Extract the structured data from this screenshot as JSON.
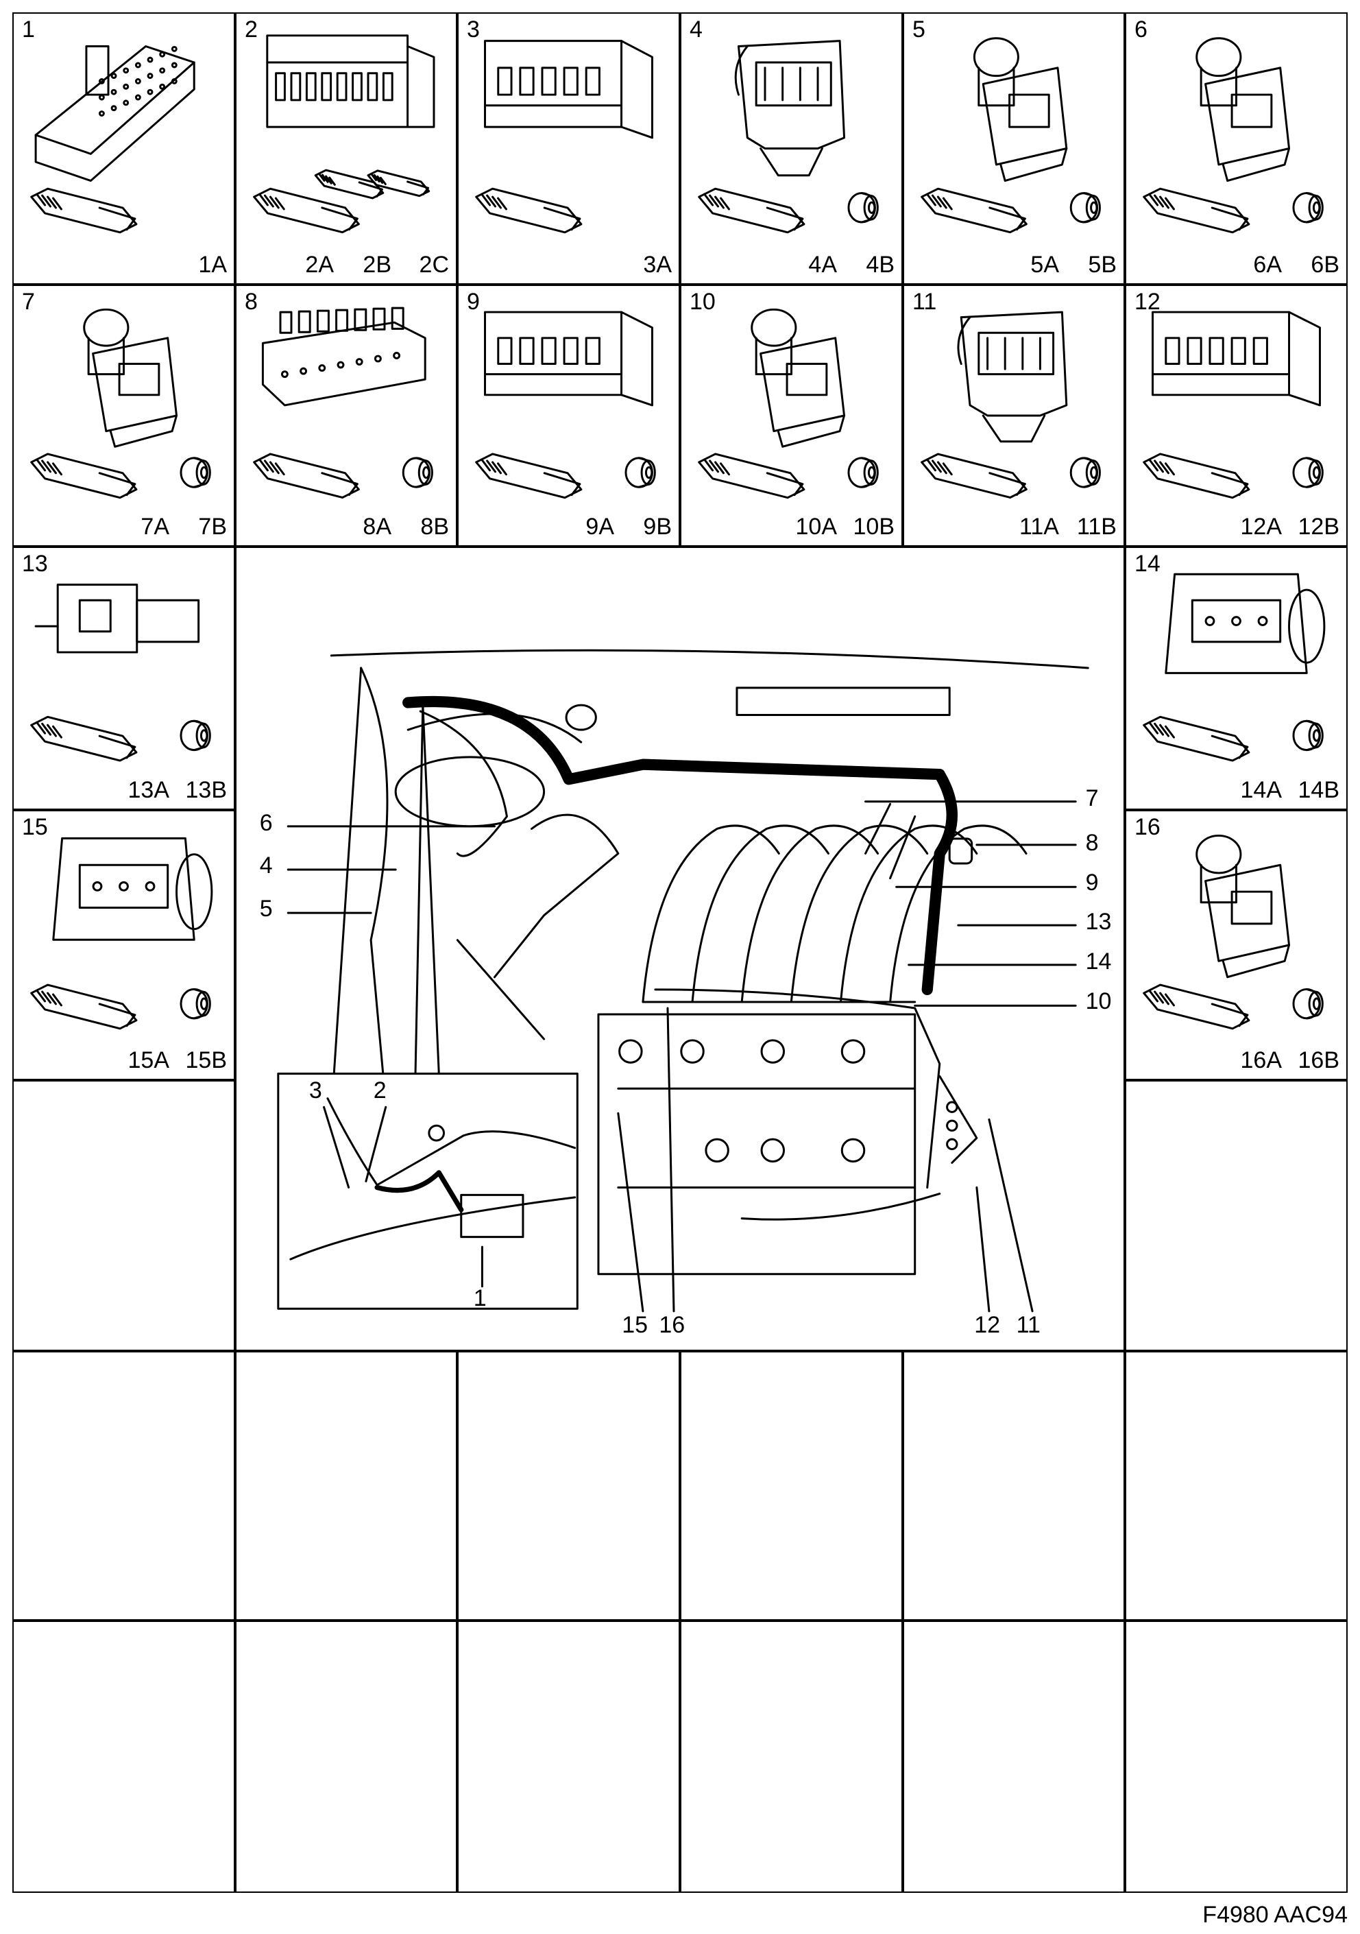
{
  "figure_code": "F4980 AAC94",
  "connectors": [
    {
      "n": "1",
      "parts": [
        "1A"
      ]
    },
    {
      "n": "2",
      "parts": [
        "2A",
        "2B",
        "2C"
      ]
    },
    {
      "n": "3",
      "parts": [
        "3A"
      ]
    },
    {
      "n": "4",
      "parts": [
        "4A",
        "4B"
      ]
    },
    {
      "n": "5",
      "parts": [
        "5A",
        "5B"
      ]
    },
    {
      "n": "6",
      "parts": [
        "6A",
        "6B"
      ]
    },
    {
      "n": "7",
      "parts": [
        "7A",
        "7B"
      ]
    },
    {
      "n": "8",
      "parts": [
        "8A",
        "8B"
      ]
    },
    {
      "n": "9",
      "parts": [
        "9A",
        "9B"
      ]
    },
    {
      "n": "10",
      "parts": [
        "10A",
        "10B"
      ]
    },
    {
      "n": "11",
      "parts": [
        "11A",
        "11B"
      ]
    },
    {
      "n": "12",
      "parts": [
        "12A",
        "12B"
      ]
    },
    {
      "n": "13",
      "parts": [
        "13A",
        "13B"
      ]
    },
    {
      "n": "14",
      "parts": [
        "14A",
        "14B"
      ]
    },
    {
      "n": "15",
      "parts": [
        "15A",
        "15B"
      ]
    },
    {
      "n": "16",
      "parts": [
        "16A",
        "16B"
      ]
    }
  ],
  "engine_callouts": [
    "6",
    "4",
    "5",
    "7",
    "8",
    "9",
    "13",
    "14",
    "10",
    "15",
    "16",
    "12",
    "11"
  ],
  "inset_callouts": [
    "3",
    "2",
    "1"
  ]
}
